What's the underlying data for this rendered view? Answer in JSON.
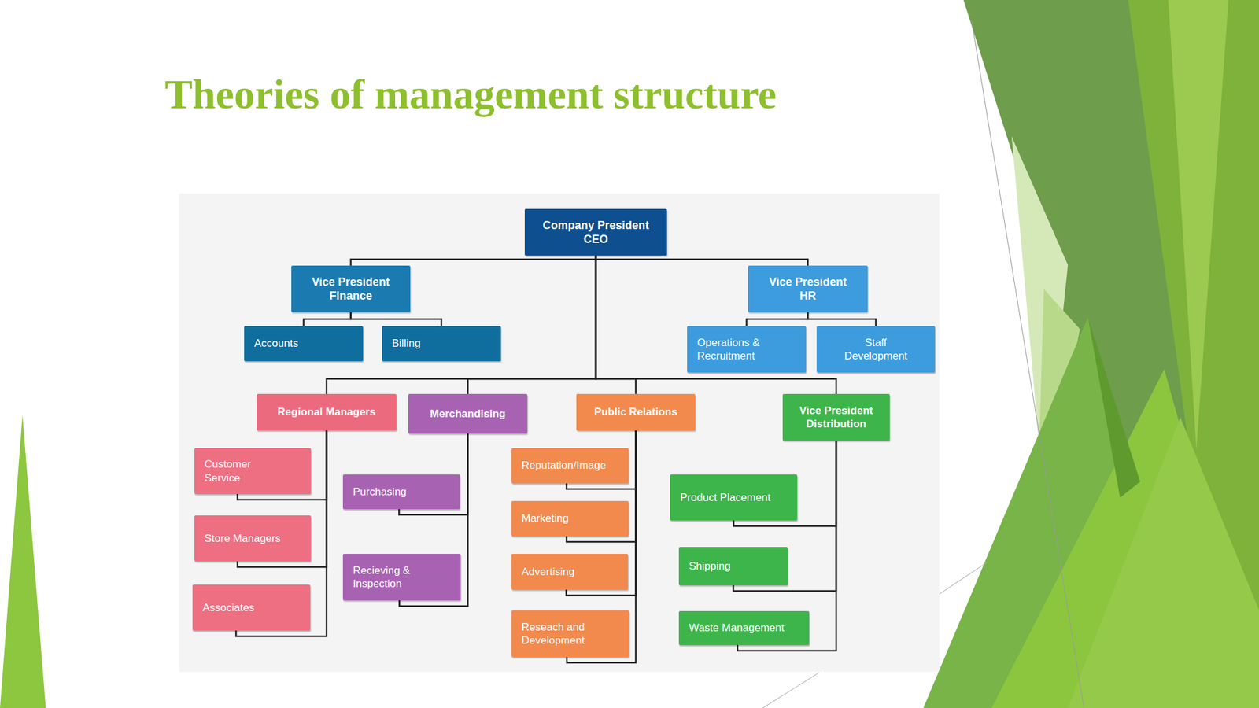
{
  "diagram": {
    "title": "Theories of management structure",
    "nodes": [
      {
        "text": [
          "Company President CEO"
        ]
      },
      {
        "text": [
          "Vice President Finance"
        ]
      },
      {
        "text": [
          "Accounts"
        ]
      },
      {
        "text": [
          "Billing"
        ]
      },
      {
        "text": [
          "Vice President HR"
        ]
      },
      {
        "text": [
          "Operations & Recruitment"
        ]
      },
      {
        "text": [
          "Staff Development"
        ]
      },
      {
        "text": [
          "Regional Managers"
        ]
      },
      {
        "text": [
          "Merchandising"
        ]
      },
      {
        "text": [
          "Public Relations"
        ]
      },
      {
        "text": [
          "Vice President Distribution"
        ]
      },
      {
        "text": [
          "Customer Service"
        ]
      },
      {
        "text": [
          "Store Managers"
        ]
      },
      {
        "text": [
          "Associates"
        ]
      },
      {
        "text": [
          "Purchasing"
        ]
      },
      {
        "text": [
          "Recieving & Inspection"
        ]
      },
      {
        "text": [
          "Reputation/Image"
        ]
      },
      {
        "text": [
          "Marketing"
        ]
      },
      {
        "text": [
          "Advertising"
        ]
      },
      {
        "text": [
          "Reseach and Development"
        ]
      },
      {
        "text": [
          "Product Placement"
        ]
      },
      {
        "text": [
          "Shipping"
        ]
      },
      {
        "text": [
          "Waste Management"
        ]
      }
    ],
    "edges": [
      {
        "from": 0,
        "to": 1,
        "arrow": "none"
      },
      {
        "from": 0,
        "to": 4,
        "arrow": "none"
      },
      {
        "from": 1,
        "to": 2,
        "arrow": "none"
      },
      {
        "from": 1,
        "to": 3,
        "arrow": "none"
      },
      {
        "from": 4,
        "to": 5,
        "arrow": "none"
      },
      {
        "from": 4,
        "to": 6,
        "arrow": "none"
      },
      {
        "from": 0,
        "to": 7,
        "arrow": "none"
      },
      {
        "from": 0,
        "to": 8,
        "arrow": "none"
      },
      {
        "from": 0,
        "to": 9,
        "arrow": "none"
      },
      {
        "from": 0,
        "to": 10,
        "arrow": "none"
      },
      {
        "from": 7,
        "to": 11,
        "arrow": "none"
      },
      {
        "from": 7,
        "to": 12,
        "arrow": "none"
      },
      {
        "from": 7,
        "to": 13,
        "arrow": "none"
      },
      {
        "from": 8,
        "to": 14,
        "arrow": "none"
      },
      {
        "from": 8,
        "to": 15,
        "arrow": "none"
      },
      {
        "from": 9,
        "to": 16,
        "arrow": "none"
      },
      {
        "from": 9,
        "to": 17,
        "arrow": "none"
      },
      {
        "from": 9,
        "to": 18,
        "arrow": "none"
      },
      {
        "from": 9,
        "to": 19,
        "arrow": "none"
      },
      {
        "from": 10,
        "to": 20,
        "arrow": "none"
      },
      {
        "from": 10,
        "to": 21,
        "arrow": "none"
      },
      {
        "from": 10,
        "to": 22,
        "arrow": "none"
      }
    ]
  }
}
